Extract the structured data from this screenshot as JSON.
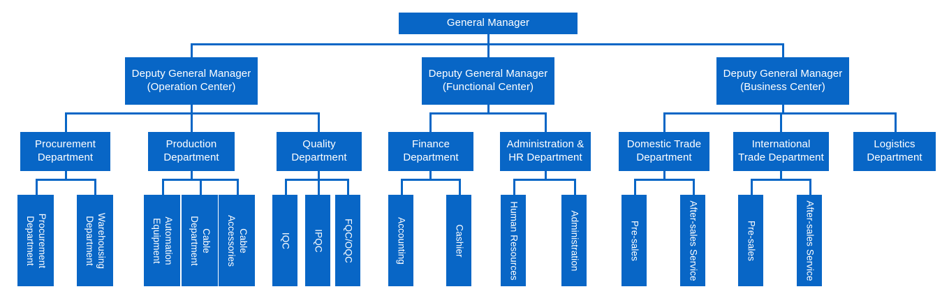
{
  "meta": {
    "kind": "organizational-chart",
    "accent_color": "#0866C6",
    "text_color": "#FFFFFF",
    "background_color": "#FFFFFF"
  },
  "nodes": {
    "gm": "General Manager",
    "dgm_operation_l1": "Deputy General Manager",
    "dgm_operation_l2": "(Operation Center)",
    "dgm_functional_l1": "Deputy General Manager",
    "dgm_functional_l2": "(Functional Center)",
    "dgm_business_l1": "Deputy General Manager",
    "dgm_business_l2": "(Business Center)",
    "procurement_dept_l1": "Procurement",
    "procurement_dept_l2": "Department",
    "production_dept_l1": "Production",
    "production_dept_l2": "Department",
    "quality_dept_l1": "Quality",
    "quality_dept_l2": "Department",
    "finance_dept_l1": "Finance",
    "finance_dept_l2": "Department",
    "admin_hr_dept_l1": "Administration &",
    "admin_hr_dept_l2": "HR Department",
    "domestic_trade_l1": "Domestic Trade",
    "domestic_trade_l2": "Department",
    "international_trade_l1": "International",
    "international_trade_l2": "Trade Department",
    "logistics_dept_l1": "Logistics",
    "logistics_dept_l2": "Department",
    "procurement_sub_l1": "Procurement",
    "procurement_sub_l2": "Department",
    "warehousing_sub_l1": "Warehousing",
    "warehousing_sub_l2": "Department",
    "automation_sub_l1": "Automation",
    "automation_sub_l2": "Equipment",
    "cable_sub_l1": "Cable",
    "cable_sub_l2": "Department",
    "cable_acc_sub_l1": "Cable",
    "cable_acc_sub_l2": "Accessories",
    "iqc": "IQC",
    "ipqc": "IPQC",
    "fqc_oqc": "FQC/OQC",
    "accounting": "Accounting",
    "cashier": "Cashier",
    "human_resources": "Human Resources",
    "administration": "Administration",
    "domestic_presales": "Pre-sales",
    "domestic_aftersales": "After-sales Service",
    "international_presales": "Pre-sales",
    "international_aftersales": "After-sales Service"
  },
  "hierarchy": {
    "level1": [
      "General Manager"
    ],
    "level2": [
      "Deputy General Manager (Operation Center)",
      "Deputy General Manager (Functional Center)",
      "Deputy General Manager (Business Center)"
    ],
    "level3": {
      "operation_center": [
        "Procurement Department",
        "Production Department",
        "Quality Department"
      ],
      "functional_center": [
        "Finance Department",
        "Administration & HR Department"
      ],
      "business_center": [
        "Domestic Trade Department",
        "International Trade Department",
        "Logistics Department"
      ]
    },
    "level4": {
      "procurement_department": [
        "Procurement Department",
        "Warehousing Department"
      ],
      "production_department": [
        "Automation Equipment",
        "Cable Department",
        "Cable Accessories"
      ],
      "quality_department": [
        "IQC",
        "IPQC",
        "FQC/OQC"
      ],
      "finance_department": [
        "Accounting",
        "Cashier"
      ],
      "administration_hr_department": [
        "Human Resources",
        "Administration"
      ],
      "domestic_trade_department": [
        "Pre-sales",
        "After-sales Service"
      ],
      "international_trade_department": [
        "Pre-sales",
        "After-sales Service"
      ],
      "logistics_department": []
    }
  }
}
